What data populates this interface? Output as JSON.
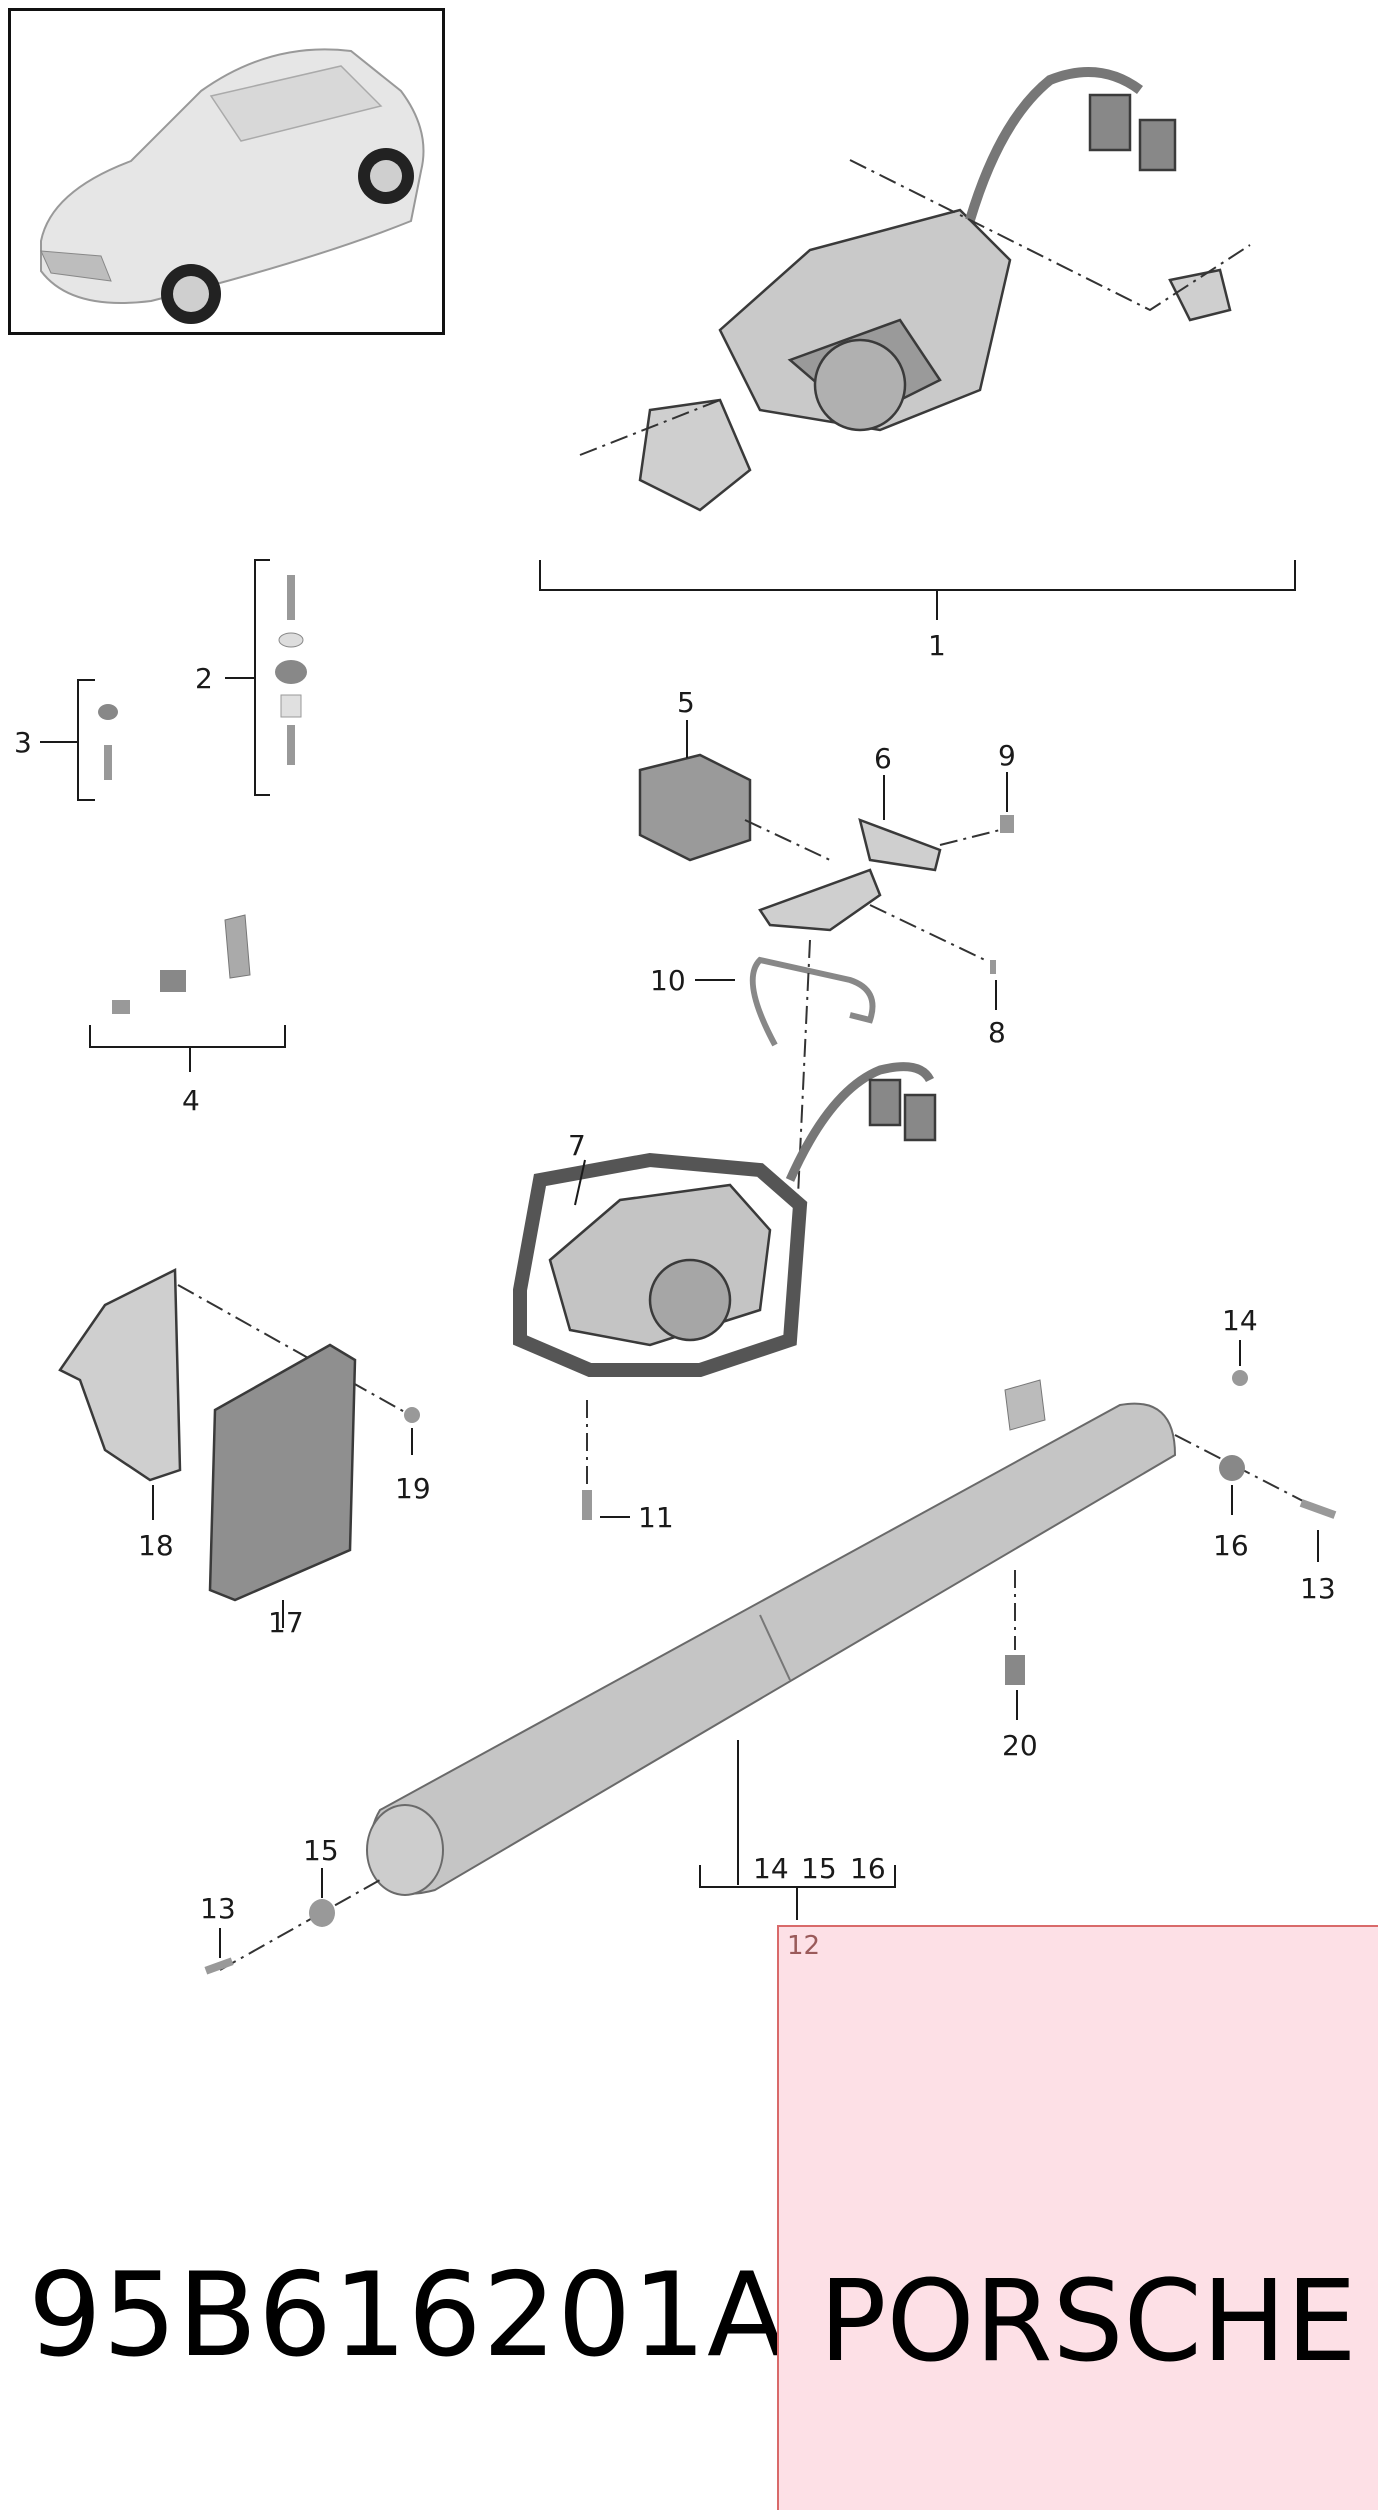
{
  "diagram": {
    "callouts": {
      "c1": "1",
      "c2": "2",
      "c3": "3",
      "c4": "4",
      "c5": "5",
      "c6": "6",
      "c7": "7",
      "c8": "8",
      "c9": "9",
      "c10": "10",
      "c11": "11",
      "c12": "12",
      "c13a": "13",
      "c13b": "13",
      "c14a": "14",
      "c14b": "14",
      "c15a": "15",
      "c15b": "15",
      "c16a": "16",
      "c16b": "16",
      "c17": "17",
      "c18": "18",
      "c19": "19",
      "c20": "20"
    }
  },
  "footer": {
    "part_number": "95B616201A",
    "brand": "PORSCHE"
  },
  "colors": {
    "part_gray": "#bdbdbd",
    "part_dark": "#7a7a7a",
    "brand_bg": "#fde0e6",
    "brand_border": "#d96a6a"
  }
}
